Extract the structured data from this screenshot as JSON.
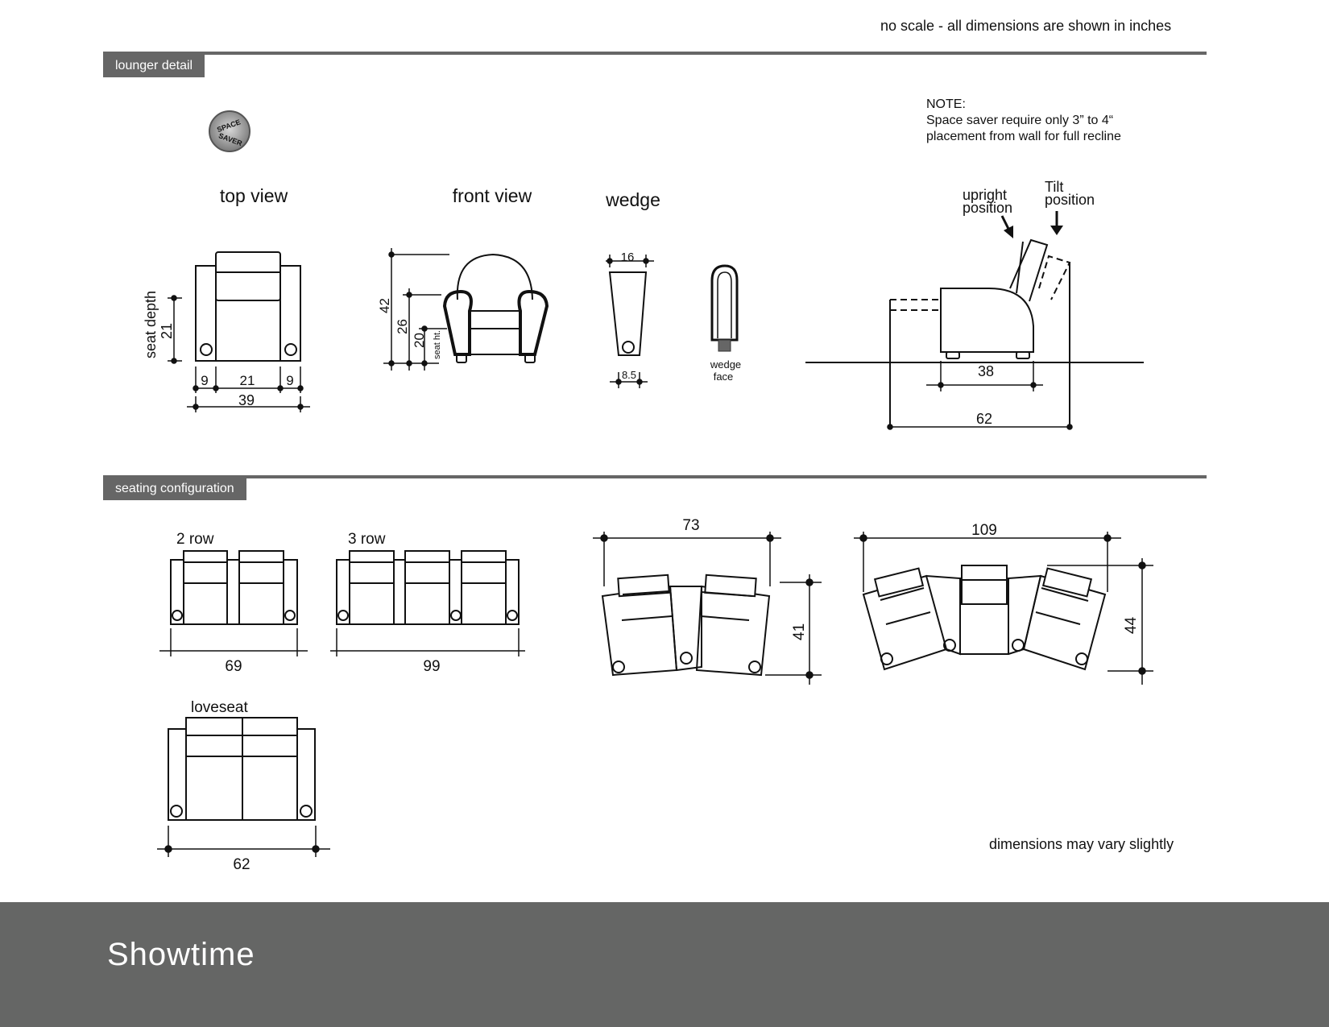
{
  "header": {
    "scale_note": "no scale - all dimensions are shown in inches"
  },
  "sections": {
    "lounger_detail": "lounger detail",
    "seating_configuration": "seating configuration"
  },
  "badge": {
    "text_top": "SPACE",
    "text_bottom": "SAVER"
  },
  "note": {
    "title": "NOTE:",
    "line1": "Space saver require only 3” to 4“",
    "line2": "placement from wall for full recline"
  },
  "views": {
    "top_view": "top view",
    "front_view": "front view",
    "wedge": "wedge",
    "wedge_face": [
      "wedge",
      "face"
    ]
  },
  "top_view_dims": {
    "seat_depth_label": "seat depth",
    "seat_depth": "21",
    "arm_left": "9",
    "seat_width": "21",
    "arm_right": "9",
    "overall_width": "39"
  },
  "front_view_dims": {
    "height": "42",
    "arm_height": "26",
    "seat_height": "20",
    "seat_height_label": "seat ht."
  },
  "wedge_dims": {
    "top": "16",
    "bottom": "8.5"
  },
  "side_view": {
    "upright": [
      "upright",
      "position"
    ],
    "tilt": [
      "Tilt",
      "position"
    ],
    "depth_upright": "38",
    "depth_reclined": "62"
  },
  "configurations": {
    "two_row": {
      "label": "2 row",
      "width": "69"
    },
    "three_row": {
      "label": "3 row",
      "width": "99"
    },
    "loveseat": {
      "label": "loveseat",
      "width": "62"
    },
    "curved_two": {
      "width": "73",
      "depth": "41"
    },
    "curved_three": {
      "width": "109",
      "depth": "44"
    }
  },
  "disclaimer": "dimensions may vary slightly",
  "footer": {
    "brand": "Showtime"
  }
}
